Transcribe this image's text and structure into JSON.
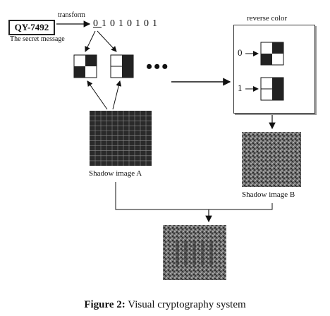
{
  "secret": {
    "code": "QY-7492",
    "caption": "The secret message"
  },
  "transform_label": "transform",
  "bits": [
    "0",
    "1",
    "0",
    "1",
    "0",
    "1",
    "0",
    "1"
  ],
  "ellipsis": "•••",
  "reverse_color": {
    "title": "reverse color",
    "label_zero": "0",
    "label_one": "1"
  },
  "shadow_a_label": "Shadow image A",
  "shadow_b_label": "Shadow image B",
  "caption": {
    "prefix": "Figure 2:",
    "text": " Visual cryptography system"
  },
  "colors": {
    "dark": "#222222",
    "grid_line": "#888888",
    "noise_bg": "#6e6e6e"
  }
}
